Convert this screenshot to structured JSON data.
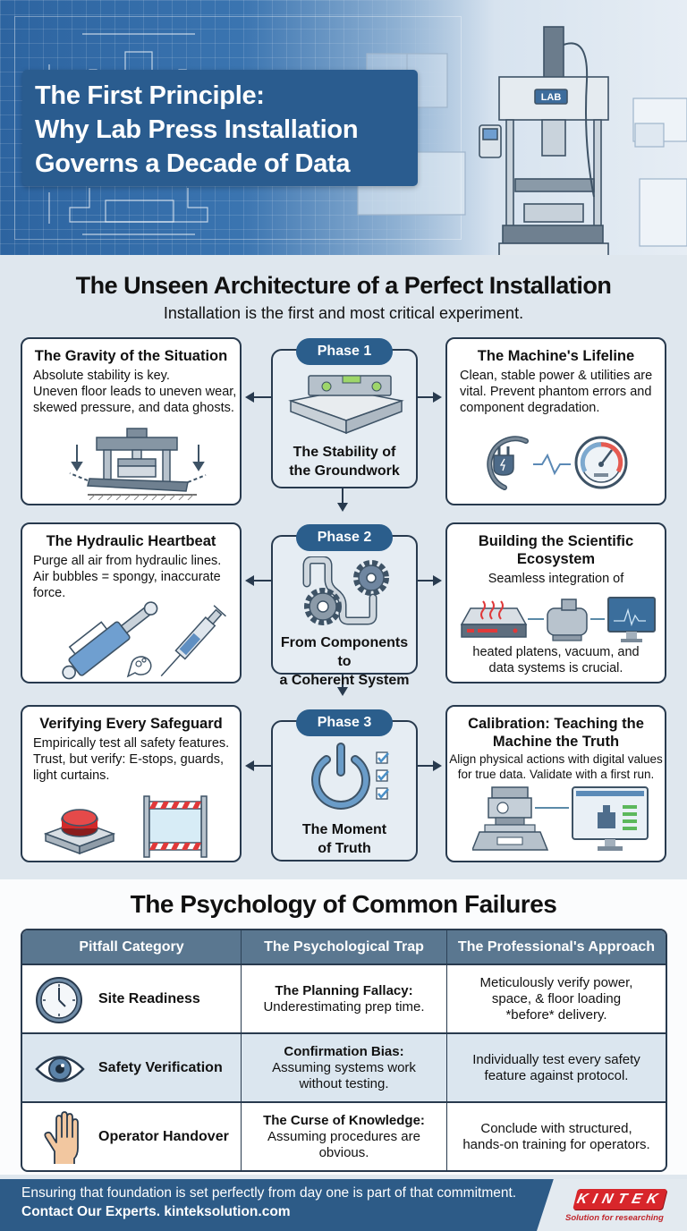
{
  "hero": {
    "title_lines": [
      "The First Principle:",
      "Why Lab Press Installation",
      "Governs a Decade of Data"
    ],
    "press_label": "LAB"
  },
  "architecture": {
    "heading": "The Unseen Architecture of a Perfect Installation",
    "subheading": "Installation is the first and most critical experiment.",
    "phases": [
      {
        "badge": "Phase 1",
        "title_lines": [
          "The Stability of",
          "the Groundwork"
        ],
        "icon": "spirit-level-icon"
      },
      {
        "badge": "Phase 2",
        "title_lines": [
          "From Components to",
          "a Coherent System"
        ],
        "icon": "gears-pipe-icon"
      },
      {
        "badge": "Phase 3",
        "title_lines": [
          "The Moment",
          "of Truth"
        ],
        "icon": "power-checklist-icon"
      }
    ],
    "left_cards": [
      {
        "title": "The Gravity of the Situation",
        "body_lines": [
          "Absolute stability is key.",
          "Uneven floor leads to uneven wear,",
          "skewed pressure, and data ghosts."
        ],
        "icon": "tilted-press-icon"
      },
      {
        "title": "The Hydraulic Heartbeat",
        "body_lines": [
          "Purge all air from hydraulic lines.",
          "Air bubbles = spongy, inaccurate",
          "force."
        ],
        "icon": "hydraulic-cylinder-syringe-icon"
      },
      {
        "title": "Verifying Every Safeguard",
        "body_lines": [
          "Empirically test all safety features.",
          "Trust, but verify: E-stops, guards,",
          "light curtains."
        ],
        "icon": "estop-barrier-icon"
      }
    ],
    "right_cards": [
      {
        "title_lines": [
          "The Machine's Lifeline"
        ],
        "body_lines": [
          "Clean, stable power & utilities are",
          "vital. Prevent phantom errors and",
          "component degradation."
        ],
        "icon": "plug-gauge-icon"
      },
      {
        "title_lines": [
          "Building the Scientific",
          "Ecosystem"
        ],
        "body_top": "Seamless integration of",
        "body_lines": [
          "heated platens, vacuum, and",
          "data systems is crucial."
        ],
        "icon": "platen-pump-monitor-icon"
      },
      {
        "title_lines": [
          "Calibration: Teaching the",
          "Machine the Truth"
        ],
        "body_lines": [
          "Align physical actions with digital values",
          "for true data. Validate with a first run."
        ],
        "icon": "press-monitor-icon"
      }
    ]
  },
  "failures": {
    "heading": "The Psychology of Common Failures",
    "columns": [
      "Pitfall Category",
      "The Psychological Trap",
      "The Professional's Approach"
    ],
    "rows": [
      {
        "icon": "clock-icon",
        "category": "Site Readiness",
        "trap_title": "The Planning Fallacy:",
        "trap_lines": [
          "Underestimating prep time."
        ],
        "approach_lines": [
          "Meticulously verify power,",
          "space, & floor loading",
          "*before* delivery."
        ]
      },
      {
        "icon": "eye-icon",
        "category": "Safety Verification",
        "trap_title": "Confirmation Bias:",
        "trap_lines": [
          "Assuming systems work",
          "without testing."
        ],
        "approach_lines": [
          "Individually test every safety",
          "feature against protocol."
        ]
      },
      {
        "icon": "hand-icon",
        "category": "Operator Handover",
        "trap_title": "The Curse of Knowledge:",
        "trap_lines": [
          "Assuming procedures are",
          "obvious."
        ],
        "approach_lines": [
          "Conclude with structured,",
          "hands-on training for operators."
        ]
      }
    ]
  },
  "footer": {
    "line1": "Ensuring that foundation is set perfectly from day one is part of that commitment.",
    "line2": "Contact Our Experts. kinteksolution.com",
    "brand": "KINTEK",
    "tagline": "Solution for researching"
  },
  "colors": {
    "navy": "#283a4e",
    "accent_blue": "#2b5e8c",
    "header_slate": "#5a7790",
    "brand_red": "#d8262b",
    "bg": "#dfe7ee"
  }
}
